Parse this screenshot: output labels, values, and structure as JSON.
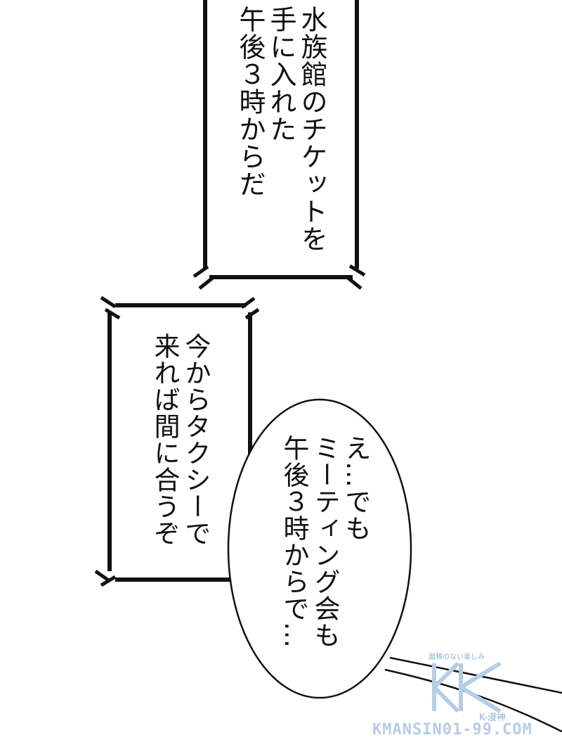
{
  "panel": {
    "caption_top": {
      "lines": [
        "水族館のチケットを",
        "手に入れた",
        "午後３時からだ"
      ]
    },
    "caption_middle": {
      "lines": [
        "今からタクシーで",
        "来れば間に合うぞ"
      ]
    },
    "speech_bubble": {
      "lines": [
        "え…でも",
        "ミーティング会も",
        "午後３時からで…"
      ]
    }
  },
  "watermark": {
    "tagline": "面積のない楽しみ",
    "brand": "K-漫神",
    "url": "KMANSIN01-99.COM",
    "color": "#8fb3d9"
  },
  "colors": {
    "ink": "#111111",
    "paper": "#ffffff"
  }
}
